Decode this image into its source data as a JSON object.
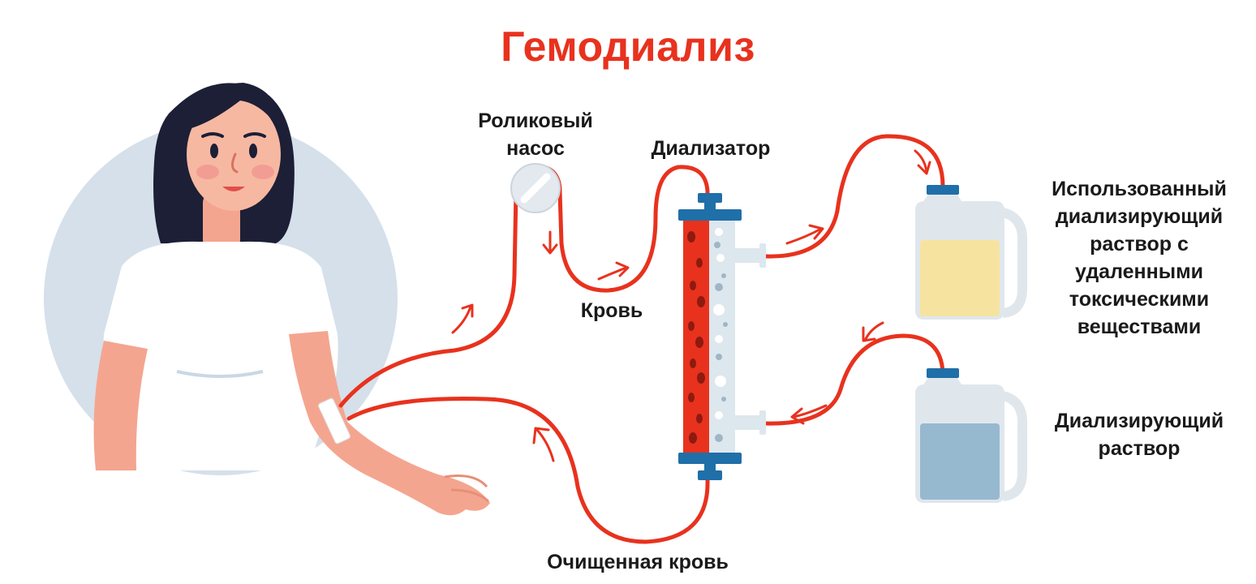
{
  "title": "Гемодиализ",
  "labels": {
    "roller_pump_line1": "Роликовый",
    "roller_pump_line2": "насос",
    "dialyzer": "Диализатор",
    "blood": "Кровь",
    "clean_blood": "Очищенная кровь",
    "used_solution": [
      "Использованный",
      "диализирующий",
      "раствор с",
      "удаленными",
      "токсическими",
      "веществами"
    ],
    "fresh_solution": [
      "Диализирующий",
      "раствор"
    ]
  },
  "colors": {
    "accent": "#e8321e",
    "tube": "#e8321e",
    "backdrop_circle": "#d5e0ea",
    "dialyzer_cap": "#1f6fa8",
    "used_fluid": "#f7e3a0",
    "fresh_fluid": "#97b9d0",
    "skin": "#f4a58f",
    "hair": "#1c1f36"
  }
}
